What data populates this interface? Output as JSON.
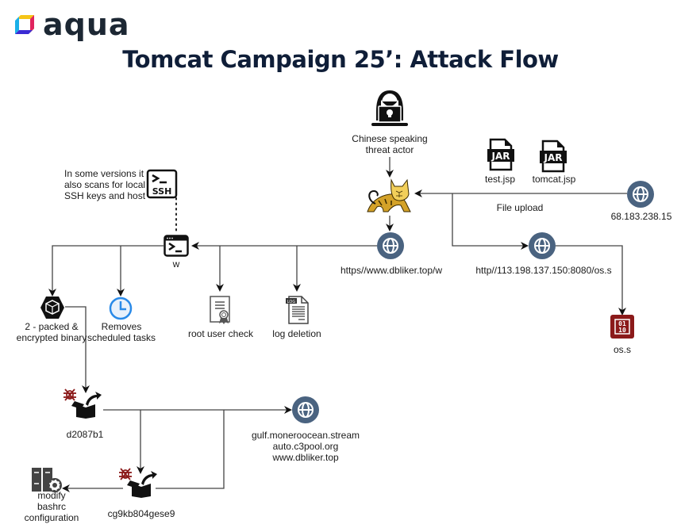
{
  "brand": {
    "name": "aqua",
    "logo_colors": [
      "#f5c518",
      "#e0245e",
      "#1ab0e8",
      "#3b2bd4"
    ]
  },
  "title": "Tomcat Campaign 25’: Attack Flow",
  "colors": {
    "globe": "#4a6380",
    "malware_bug": "#8b1a1a",
    "binary_file": "#8b1a1a",
    "clock": "#2a8ae8",
    "tomcat": "#d4a228",
    "line": "#333333"
  },
  "nodes": {
    "threat_actor": {
      "label_line1": "Chinese speaking",
      "label_line2": "threat actor",
      "icon": "hacker-icon"
    },
    "tomcat": {
      "icon": "tomcat-icon"
    },
    "test_jsp": {
      "label": "test.jsp",
      "badge": "JAR",
      "icon": "jar-file-icon"
    },
    "tomcat_jsp": {
      "label": "tomcat.jsp",
      "badge": "JAR",
      "icon": "jar-file-icon"
    },
    "attacker_ip": {
      "label": "68.183.238.15",
      "icon": "globe-icon"
    },
    "file_upload": {
      "label": "File upload"
    },
    "dbliker_w": {
      "label": "https//www.dbliker.top/w",
      "icon": "globe-icon"
    },
    "os_s_url": {
      "label": "http//113.198.137.150:8080/os.s",
      "icon": "globe-icon"
    },
    "os_s": {
      "label": "os.s",
      "icon": "binary-file-icon",
      "glyph_top": "01",
      "glyph_bottom": "10"
    },
    "w": {
      "label": "w",
      "icon": "terminal-icon"
    },
    "ssh_note": {
      "line1": "In some versions it",
      "line2": "also scans for local",
      "line3": "SSH keys and host",
      "icon": "ssh-terminal-icon",
      "icon_text": "SSH"
    },
    "packed_binary": {
      "label_line1": "2 - packed &",
      "label_line2": "encrypted binary",
      "icon": "packed-binary-icon"
    },
    "scheduled_tasks": {
      "label_line1": "Removes",
      "label_line2": "scheduled tasks",
      "icon": "clock-icon"
    },
    "root_check": {
      "label": "root user check",
      "icon": "certificate-icon"
    },
    "log_deletion": {
      "label": "log deletion",
      "icon": "log-file-icon",
      "badge": "LOG"
    },
    "d2087b1": {
      "label": "d2087b1",
      "icon": "malware-box-icon"
    },
    "mining_pools": {
      "line1": "gulf.moneroocean.stream",
      "line2": "auto.c3pool.org",
      "line3": "www.dbliker.top",
      "icon": "globe-icon"
    },
    "cg9kb804gese9": {
      "label": "cg9kb804gese9",
      "icon": "malware-box-icon"
    },
    "bashrc": {
      "label_line1": "modify",
      "label_line2": "bashrc",
      "label_line3": "configuration",
      "icon": "server-gear-icon"
    }
  }
}
